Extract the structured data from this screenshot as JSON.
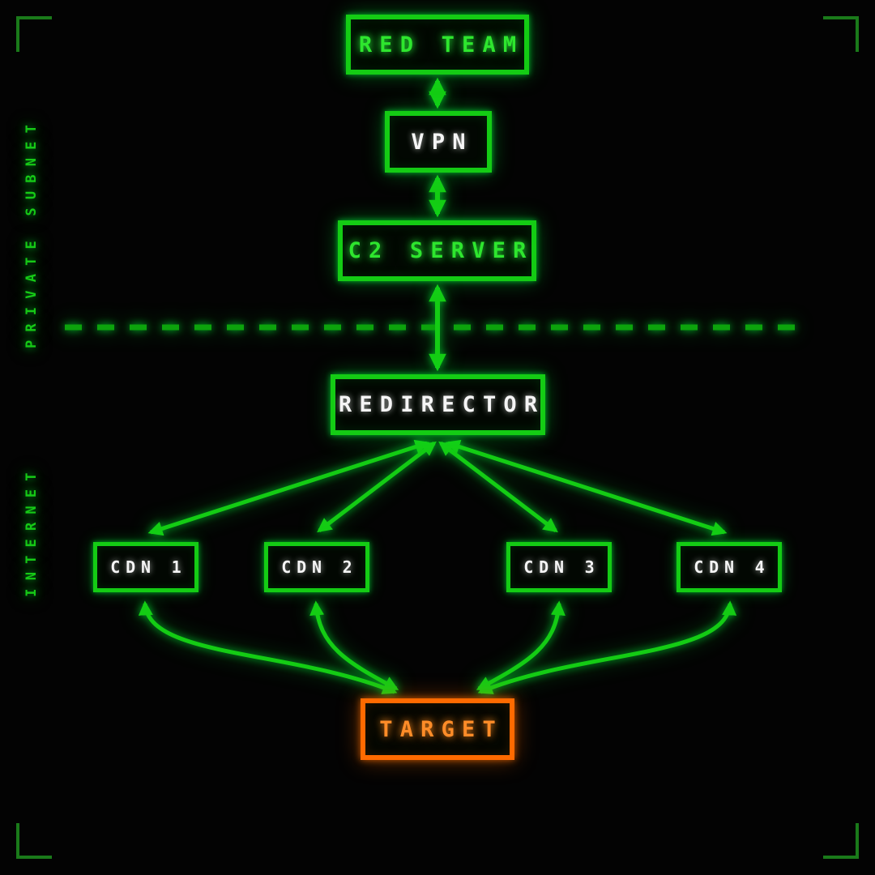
{
  "diagram": {
    "zone_labels": {
      "private_subnet": "PRIVATE SUBNET",
      "internet": "INTERNET"
    },
    "nodes": {
      "red_team": {
        "label": "RED TEAM"
      },
      "vpn": {
        "label": "VPN"
      },
      "c2_server": {
        "label": "C2 SERVER"
      },
      "redirector": {
        "label": "REDIRECTOR"
      },
      "cdn_1": {
        "label": "CDN 1"
      },
      "cdn_2": {
        "label": "CDN 2"
      },
      "cdn_3": {
        "label": "CDN 3"
      },
      "cdn_4": {
        "label": "CDN 4"
      },
      "target": {
        "label": "TARGET"
      }
    },
    "edges": [
      {
        "from": "RED TEAM",
        "to": "VPN",
        "bidirectional": true
      },
      {
        "from": "VPN",
        "to": "C2 SERVER",
        "bidirectional": true
      },
      {
        "from": "C2 SERVER",
        "to": "REDIRECTOR",
        "bidirectional": true,
        "crosses": "subnet boundary"
      },
      {
        "from": "REDIRECTOR",
        "to": "CDN 1",
        "bidirectional": true
      },
      {
        "from": "REDIRECTOR",
        "to": "CDN 2",
        "bidirectional": true
      },
      {
        "from": "REDIRECTOR",
        "to": "CDN 3",
        "bidirectional": true
      },
      {
        "from": "REDIRECTOR",
        "to": "CDN 4",
        "bidirectional": true
      },
      {
        "from": "CDN 1",
        "to": "TARGET",
        "bidirectional": true
      },
      {
        "from": "CDN 2",
        "to": "TARGET",
        "bidirectional": true
      },
      {
        "from": "CDN 3",
        "to": "TARGET",
        "bidirectional": true
      },
      {
        "from": "CDN 4",
        "to": "TARGET",
        "bidirectional": true
      }
    ],
    "colors": {
      "green_bright": "#14cc14",
      "green_text": "#2ee62e",
      "green_dim": "#1a7a1a",
      "green_dash": "#0ca30c",
      "green_zone": "#16c916",
      "white_text": "#f5f5f5",
      "orange": "#ff6a00",
      "orange_text": "#ff8c28",
      "background": "#030303"
    }
  }
}
